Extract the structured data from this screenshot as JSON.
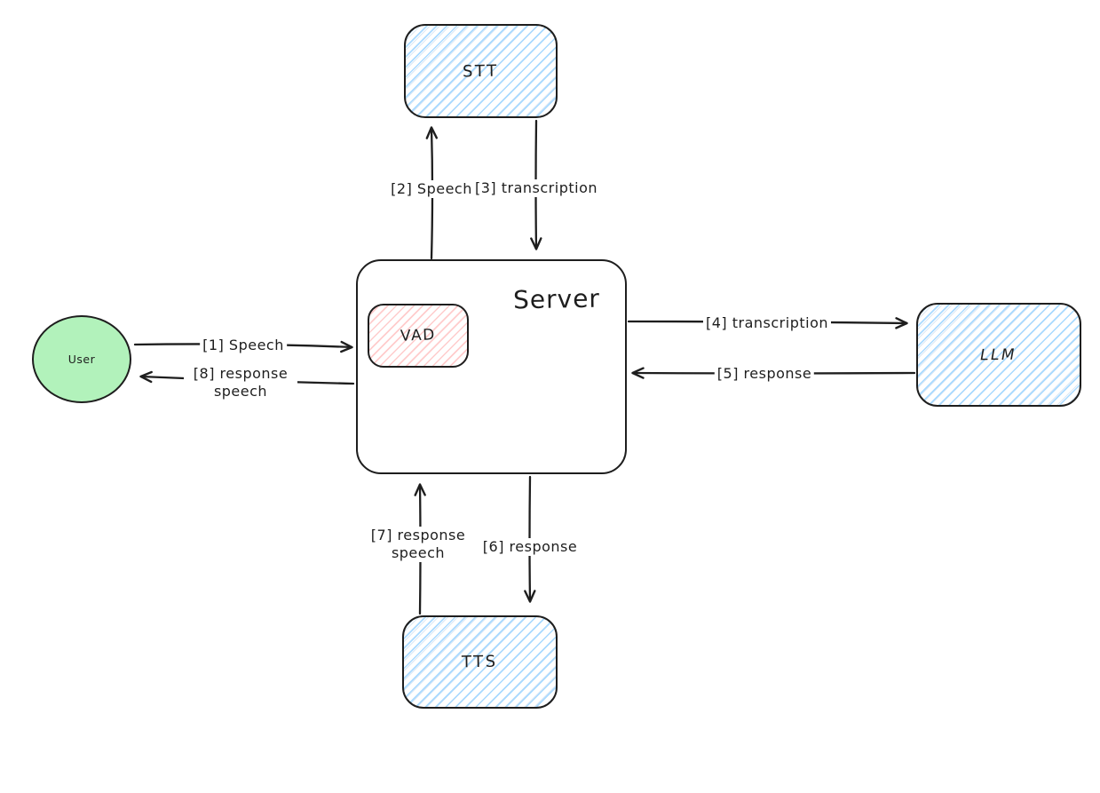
{
  "diagram": {
    "type": "flow-diagram",
    "style": "hand-drawn",
    "nodes": {
      "user": {
        "label": "User",
        "shape": "ellipse",
        "fill": "solid-green"
      },
      "server": {
        "label": "Server",
        "shape": "rounded-rect",
        "fill": "white"
      },
      "vad": {
        "label": "VAD",
        "shape": "rounded-rect",
        "fill": "red-hachure",
        "parent": "Server"
      },
      "stt": {
        "label": "STT",
        "shape": "rounded-rect",
        "fill": "blue-hachure"
      },
      "llm": {
        "label": "LLM",
        "shape": "rounded-rect",
        "fill": "blue-hachure"
      },
      "tts": {
        "label": "TTS",
        "shape": "rounded-rect",
        "fill": "blue-hachure"
      }
    },
    "edges": [
      {
        "id": 1,
        "label": "[1] Speech",
        "from": "User",
        "to": "Server"
      },
      {
        "id": 2,
        "label": "[2] Speech",
        "from": "Server",
        "to": "STT"
      },
      {
        "id": 3,
        "label": "[3] transcription",
        "from": "STT",
        "to": "Server"
      },
      {
        "id": 4,
        "label": "[4] transcription",
        "from": "Server",
        "to": "LLM"
      },
      {
        "id": 5,
        "label": "[5] response",
        "from": "LLM",
        "to": "Server"
      },
      {
        "id": 6,
        "label": "[6] response",
        "from": "Server",
        "to": "TTS"
      },
      {
        "id": 7,
        "label": "[7] response speech",
        "from": "TTS",
        "to": "Server"
      },
      {
        "id": 8,
        "label": "[8] response speech",
        "from": "Server",
        "to": "User"
      }
    ],
    "colors": {
      "stroke": "#1e1e1e",
      "blue_hatch": "#a5d8ff",
      "red_hatch": "#ffc9c9",
      "green_fill": "#b2f2bb",
      "background": "#ffffff"
    }
  }
}
